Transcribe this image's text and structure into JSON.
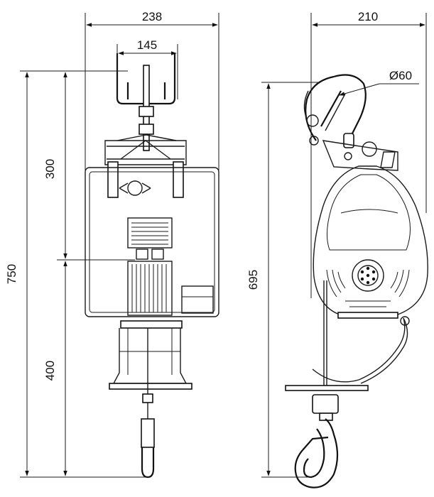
{
  "dimensions": {
    "front_width": "238",
    "hook_width": "145",
    "total_height": "750",
    "upper_section": "300",
    "lower_section": "400",
    "side_width": "210",
    "side_height": "695",
    "hook_diameter": "Ø60"
  }
}
